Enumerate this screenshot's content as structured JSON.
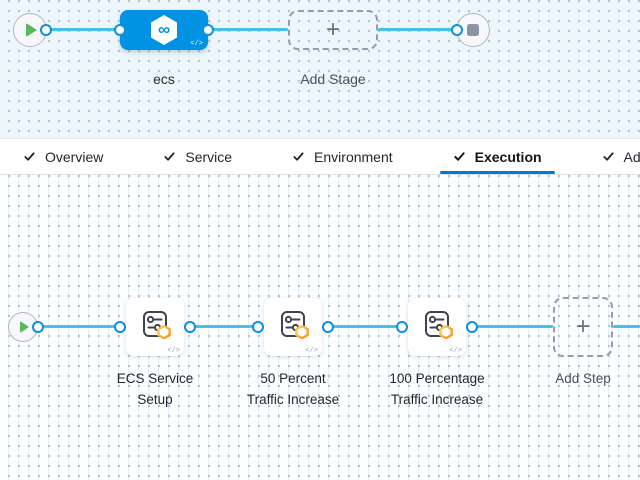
{
  "icons": {
    "plus": "+",
    "code": "</>",
    "infinity": "∞"
  },
  "stage_pipeline": {
    "stage_label": "ecs",
    "add_stage_label": "Add Stage"
  },
  "tabs": [
    {
      "label": "Overview",
      "checked": true,
      "active": false
    },
    {
      "label": "Service",
      "checked": true,
      "active": false
    },
    {
      "label": "Environment",
      "checked": true,
      "active": false
    },
    {
      "label": "Execution",
      "checked": true,
      "active": true
    },
    {
      "label": "Advanced",
      "checked": true,
      "active": false
    }
  ],
  "execution": {
    "steps": [
      {
        "lines": [
          "ECS Service",
          "Setup"
        ]
      },
      {
        "lines": [
          "50 Percent",
          "Traffic Increase"
        ]
      },
      {
        "lines": [
          "100 Percentage",
          "Traffic Increase"
        ]
      }
    ],
    "add_step_label": "Add Step"
  },
  "colors": {
    "connector": "#46c2ea",
    "port_ring": "#0b8fe2",
    "stage_node": "#0292e4",
    "active_tab_underline": "#0278d5",
    "play_green": "#57b85c",
    "stop_gray": "#8e93a3",
    "badge_orange": "#fc8b23"
  }
}
